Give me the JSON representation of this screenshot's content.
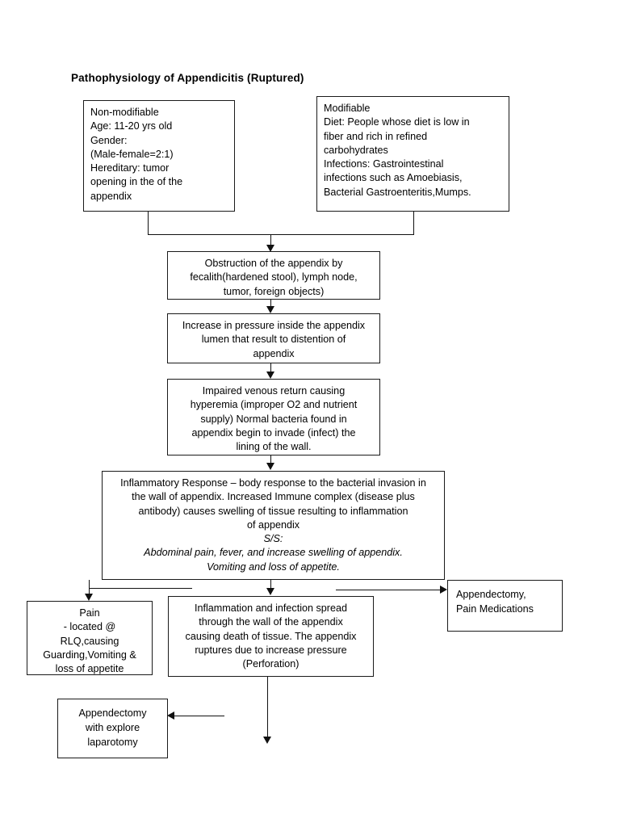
{
  "document": {
    "title": "Pathophysiology of Appendicitis (Ruptured)"
  },
  "diagram": {
    "type": "flowchart",
    "nodes": {
      "non_modifiable": {
        "id": "non-modifiable",
        "text": "Non-modifiable\nAge: 11-20 yrs old\nGender:\n(Male-female=2:1)\nHereditary: tumor\nopening in the of the\nappendix"
      },
      "modifiable": {
        "id": "modifiable",
        "text": "Modifiable\nDiet: People whose diet is low in\nfiber and rich in refined\ncarbohydrates\nInfections: Gastrointestinal\ninfections such as Amoebiasis,\nBacterial Gastroenteritis,Mumps."
      },
      "obstruction": {
        "id": "obstruction",
        "text": "Obstruction of the appendix by\nfecalith(hardened stool), lymph node,\ntumor, foreign objects)"
      },
      "pressure": {
        "id": "increase-pressure",
        "text": "Increase in pressure inside the appendix\nlumen that result to distention of\nappendix"
      },
      "venous": {
        "id": "impaired-venous-return",
        "text": "Impaired venous return causing\nhyperemia (improper O2 and nutrient\nsupply) Normal bacteria found in\nappendix begin to invade (infect) the\nlining of the wall."
      },
      "inflammatory_response": {
        "id": "inflammatory-response",
        "text": "Inflammatory Response – body response to the bacterial invasion in\nthe wall of appendix. Increased Immune complex (disease plus\nantibody) causes swelling of tissue resulting to inflammation\nof appendix",
        "ss_label": "S/S:",
        "ss_text": "Abdominal pain, fever, and increase swelling of appendix.\nVomiting and loss of appetite."
      },
      "pain": {
        "id": "pain",
        "text": "Pain\n- located @\nRLQ,causing\nGuarding,Vomiting &\nloss of appetite"
      },
      "spread": {
        "id": "inflammation-infection-spread",
        "text": "Inflammation and infection spread\nthrough the wall of the appendix\ncausing death of tissue. The appendix\nruptures due to increase pressure\n(Perforation)"
      },
      "appendectomy_meds": {
        "id": "appendectomy-pain-medications",
        "text": "Appendectomy,\nPain Medications"
      },
      "appendectomy_laparotomy": {
        "id": "appendectomy-with-explore-laparotomy",
        "text": "Appendectomy\nwith explore\nlaparotomy"
      }
    },
    "edges": [
      {
        "from": "non_modifiable",
        "to": "obstruction",
        "style": "elbow-merge-arrow-down"
      },
      {
        "from": "modifiable",
        "to": "obstruction",
        "style": "elbow-merge-arrow-down"
      },
      {
        "from": "obstruction",
        "to": "pressure",
        "style": "arrow-down"
      },
      {
        "from": "pressure",
        "to": "venous",
        "style": "arrow-down"
      },
      {
        "from": "venous",
        "to": "inflammatory_response",
        "style": "arrow-down"
      },
      {
        "from": "inflammatory_response",
        "to": "pain",
        "style": "elbow-arrow-down-left"
      },
      {
        "from": "inflammatory_response",
        "to": "spread",
        "style": "arrow-down"
      },
      {
        "from": "inflammatory_response",
        "to": "appendectomy_meds",
        "style": "elbow-arrow-right"
      },
      {
        "from": "spread",
        "to": "below",
        "style": "arrow-down-open"
      },
      {
        "from": "spread",
        "to": "appendectomy_laparotomy",
        "style": "arrow-left"
      }
    ],
    "colors": {
      "stroke": "#1a1a1a",
      "background": "#ffffff",
      "text": "#000000"
    }
  }
}
